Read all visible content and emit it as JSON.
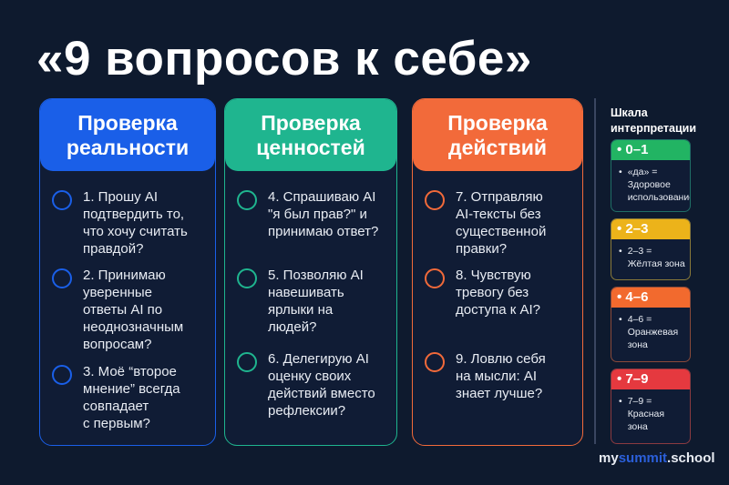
{
  "title": "«9 вопросов к себе»",
  "colors": {
    "blue": "#1a5fe8",
    "teal": "#1fb58f",
    "orange": "#f26a3a",
    "green": "#22b463",
    "yellow": "#ecb31a",
    "orange_zone": "#f26a2e",
    "red": "#e5393f"
  },
  "columns": [
    {
      "title": "Проверка\nреальности",
      "questions": [
        "1. Прошу AI\nподтвердить то,\nчто хочу считать\nправдой?",
        "2. Принимаю\nуверенные\nответы AI по\nнеоднозначным\nвопросам?",
        "3. Моё “второе\nмнение” всегда\nсовпадает\nс первым?"
      ]
    },
    {
      "title": "Проверка\nценностей",
      "questions": [
        "4. Спрашиваю AI\n\"я был прав?\" и\nпринимаю ответ?",
        "5. Позволяю AI\nнавешивать\nярлыки на\nлюдей?",
        "6. Делегирую AI\nоценку своих\nдействий вместо\nрефлексии?"
      ]
    },
    {
      "title": "Проверка\nдействий",
      "questions": [
        "7. Отправляю\nAI-тексты без\nсущественной\nправки?",
        "8. Чувствую\nтревогу без\nдоступа к AI?",
        "9. Ловлю себя\nна мысли: AI\nзнает лучше?"
      ]
    }
  ],
  "scale": {
    "title": "Шкала\nинтерпретации",
    "zones": [
      {
        "range": "0–1",
        "text": "«да» =\nЗдоровое\nиспользование"
      },
      {
        "range": "2–3",
        "text": "2–3 =\nЖёлтая зона"
      },
      {
        "range": "4–6",
        "text": "4–6 =\nОранжевая\nзона"
      },
      {
        "range": "7–9",
        "text": "7–9 =\nКрасная\nзона"
      }
    ]
  },
  "logo": {
    "part1": "my",
    "part2": "summit",
    ".school": ".school"
  }
}
